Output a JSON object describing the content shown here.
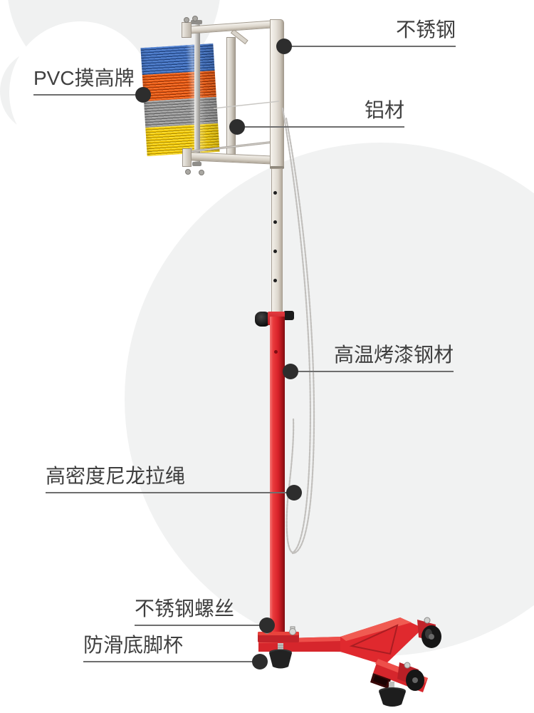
{
  "palette": {
    "label_text": "#3f3f3f",
    "callout_line": "#6e6e6e",
    "callout_dot": "#2d2d2d",
    "painted_steel_red": "#d8232a",
    "stainless_steel": "#e7e2da",
    "board_blue": "#3c69b4",
    "board_orange": "#e1540f",
    "board_gray": "#8f8f8f",
    "board_yellow": "#f0c400",
    "background_circle": "#f1f2f2",
    "rope": "#c1bfbc"
  },
  "callouts": [
    {
      "id": "stainless-steel",
      "label": "不锈钢",
      "side": "right"
    },
    {
      "id": "pvc-board",
      "label": "PVC摸高牌",
      "side": "left"
    },
    {
      "id": "aluminum",
      "label": "铝材",
      "side": "right"
    },
    {
      "id": "painted-steel",
      "label": "高温烤漆钢材",
      "side": "right"
    },
    {
      "id": "nylon-rope",
      "label": "高密度尼龙拉绳",
      "side": "left"
    },
    {
      "id": "stainless-screws",
      "label": "不锈钢螺丝",
      "side": "left"
    },
    {
      "id": "foot-cup",
      "label": "防滑底脚杯",
      "side": "left"
    }
  ]
}
